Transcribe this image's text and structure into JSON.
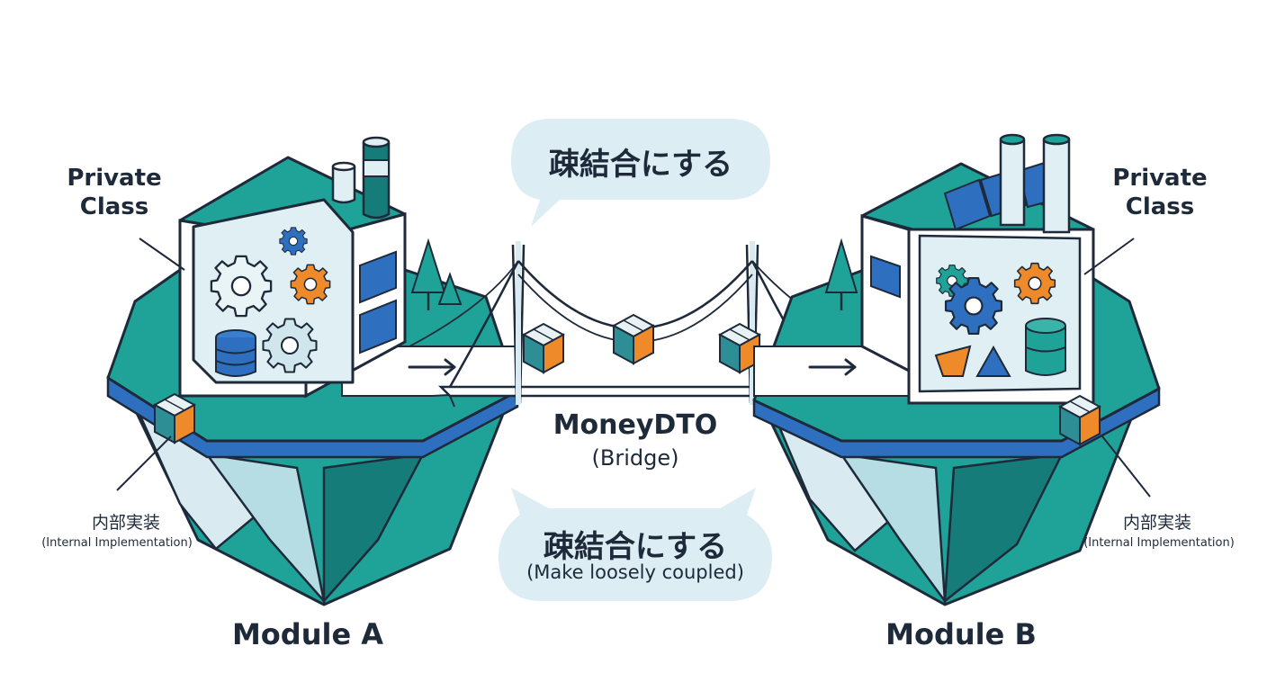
{
  "labels": {
    "private_left": [
      "Private",
      "Class"
    ],
    "private_right": [
      "Private",
      "Class"
    ],
    "module_a": "Module A",
    "module_b": "Module B",
    "internal_jp_left": "内部実装",
    "internal_en_left": "(Internal Implementation)",
    "internal_jp_right": "内部実装",
    "internal_en_right": "(Internal Implementation)",
    "dto_name": "MoneyDTO",
    "dto_sub": "(Bridge)"
  },
  "bubbles": {
    "top": "疎結合にする",
    "bottom": "疎結合にする",
    "bottom_sub": "(Make loosely coupled)"
  },
  "colors": {
    "teal": "#1fa398",
    "dark_teal": "#157c7a",
    "blue": "#2f6fc0",
    "orange": "#ef8a2a",
    "outline": "#1e2a3a",
    "light_blue": "#d9ebf1",
    "bubble": "#dcedf3"
  },
  "icons": [
    "gear-icon",
    "database-icon",
    "package-icon",
    "tree-icon",
    "arrow-right-icon",
    "chimney-icon"
  ]
}
